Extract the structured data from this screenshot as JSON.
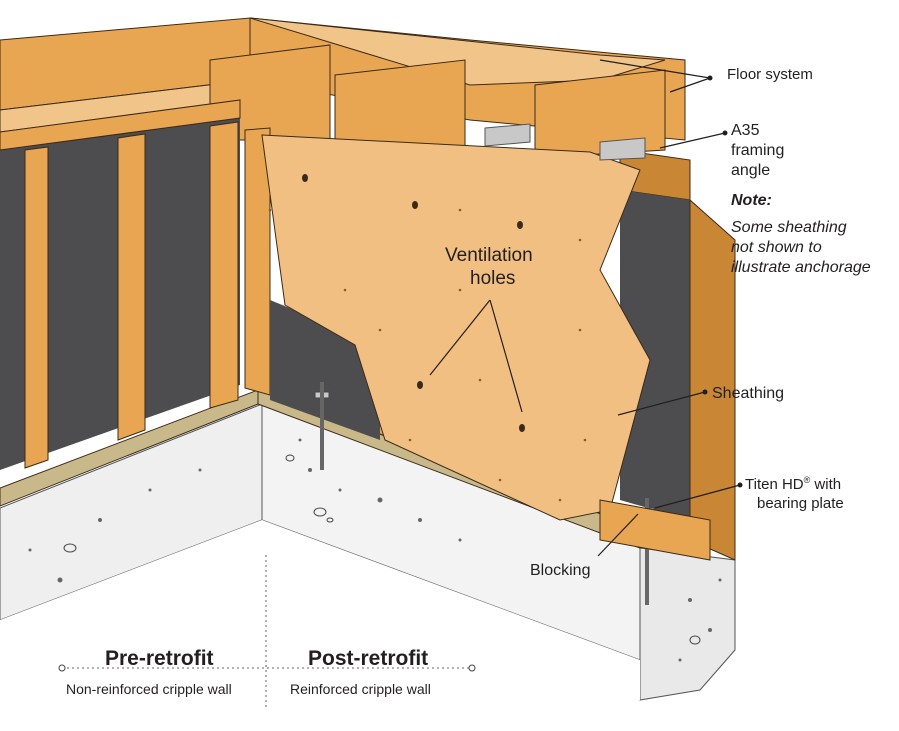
{
  "labels": {
    "floor_system": "Floor system",
    "a35_line1": "A35",
    "a35_line2": "framing",
    "a35_line3": "angle",
    "note_heading": "Note:",
    "note_line1": "Some sheathing",
    "note_line2": "not shown to",
    "note_line3": "illustrate anchorage",
    "ventilation_line1": "Ventilation",
    "ventilation_line2": "holes",
    "sheathing": "Sheathing",
    "titen_line1_pre": "Titen HD",
    "titen_line1_sup": "®",
    "titen_line1_post": " with",
    "titen_line2": "bearing plate",
    "blocking": "Blocking"
  },
  "legend": {
    "pre_title": "Pre-retrofit",
    "pre_subtitle": "Non-reinforced cripple wall",
    "post_title": "Post-retrofit",
    "post_subtitle": "Reinforced cripple wall"
  },
  "colors": {
    "wood": "#e8a552",
    "wood_light": "#f1c48a",
    "wood_dark": "#c98634",
    "sheathing": "#f2bf82",
    "wall_dark": "#4d4d4f",
    "concrete": "#eeeeee",
    "sill": "#c9b98a",
    "outline": "#3b2a17"
  }
}
